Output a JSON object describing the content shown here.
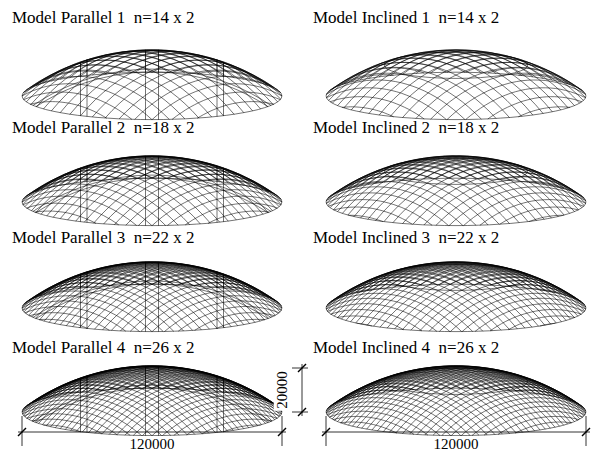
{
  "diagram": {
    "labels": [
      "Model Parallel 1  n=14 x 2",
      "Model Inclined 1  n=14 x 2",
      "Model Parallel 2  n=18 x 2",
      "Model Inclined 2  n=18 x 2",
      "Model Parallel 3  n=22 x 2",
      "Model Inclined 3  n=22 x 2",
      "Model Parallel 4  n=26 x 2",
      "Model Inclined 4  n=26 x 2",
      "20000",
      "120000",
      "120000"
    ]
  }
}
